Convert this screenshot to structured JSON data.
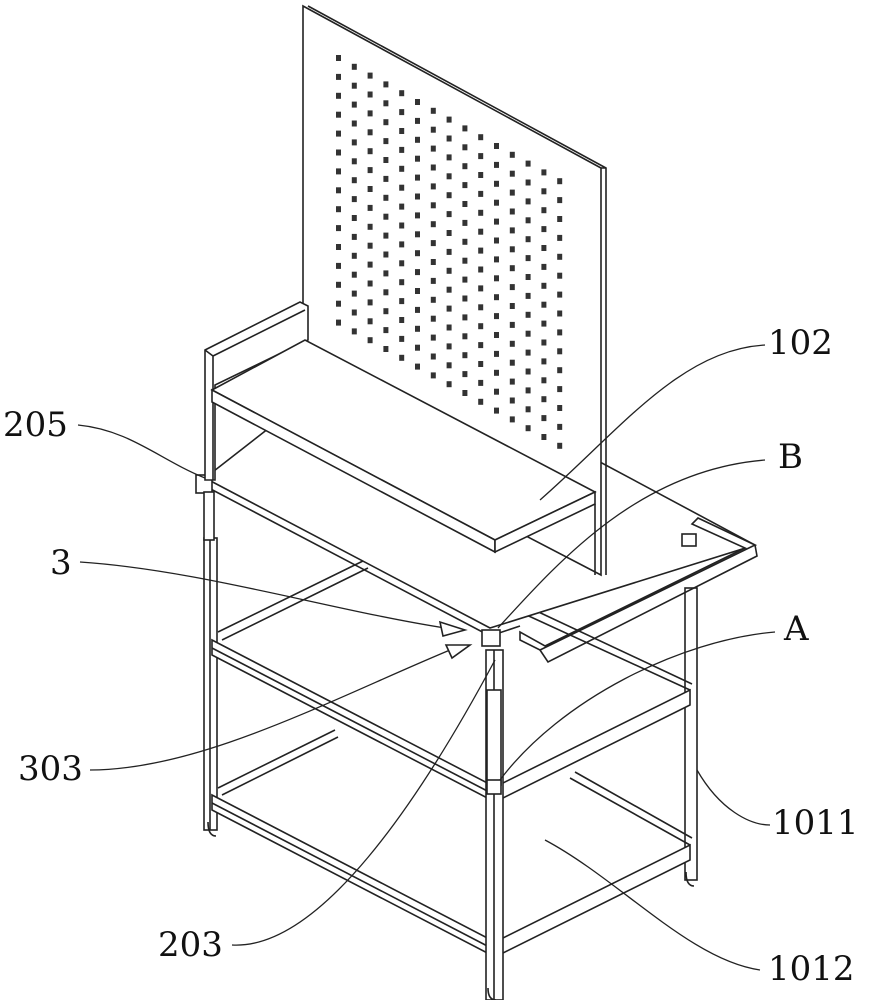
{
  "figure": {
    "labels": {
      "l102": "102",
      "l205": "205",
      "lB": "B",
      "l3": "3",
      "lA": "A",
      "l303": "303",
      "l1011": "1011",
      "l203": "203",
      "l1012": "1012"
    },
    "line_color": "#222222",
    "background": "#ffffff"
  }
}
